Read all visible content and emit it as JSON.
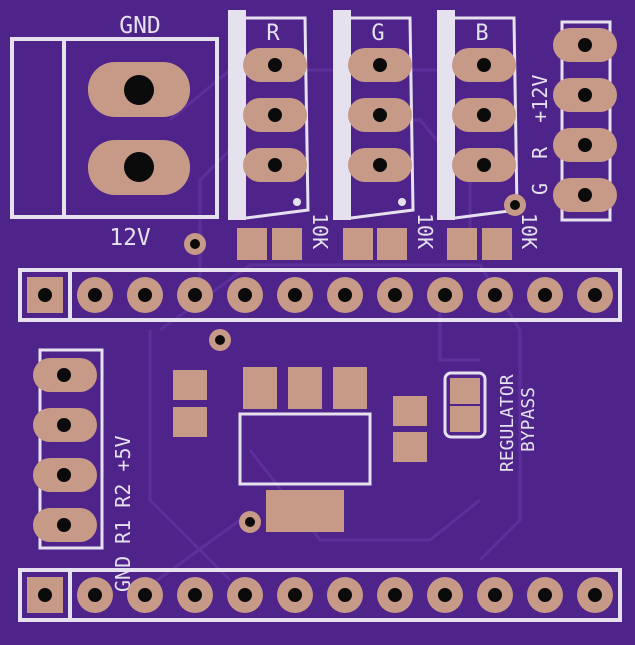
{
  "labels": {
    "gnd_top": "GND",
    "v12_bottom": "12V",
    "r": "R",
    "g": "G",
    "b": "B",
    "res1": "10K",
    "res2": "10K",
    "res3": "10K",
    "right_header": "G  R  +12V",
    "left_header": "GND R1 R2 +5V",
    "regulator": "REGULATOR",
    "bypass": "BYPASS"
  },
  "colors": {
    "board": "#4e248a",
    "trace": "#5a2c97",
    "silk": "#e6e1ee",
    "pad": "#c79a88",
    "drill": "#0b0b0b"
  }
}
